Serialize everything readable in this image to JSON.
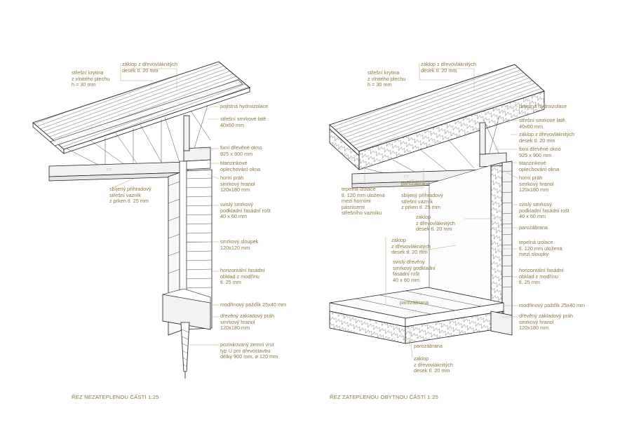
{
  "left": {
    "caption": "ŘEZ NEZATEPLENOU ČÁSTÍ 1:25",
    "labels": [
      "střešní krytina\nz vlnitého plechu\nh = 30 mm",
      "záklop z dřevovláknitých\ndesek tl. 20 mm",
      "pojistná hydroizolace",
      "střešní smrkové latě\n40x60 mm",
      "fixní dřevěné okno\n925 x 900 mm",
      "titanzinkové\noplechování okna",
      "horní práh\nsmrkový hranol\n120x180 mm",
      "sbíjený příhradový\nstřešní vazník\nz prken tl. 25 mm",
      "svislý smrkový\npodkladní fasádní rošt\n40 x 60 mm",
      "smrkový sloupek\n120x120 mm",
      "horizontální fasádní\nobklad z modřínu\ntl. 25 mm",
      "modřínový pažďík 25x40 mm",
      "dřevěný základový práh\nsmrkový hranol\n120x180 mm",
      "pozinkovaný zemní vrut\ntyp U pro dřevostavbu\ndélky 900 mm, ø 120 mm"
    ]
  },
  "right": {
    "caption": "ŘEZ ZATEPLENOU OBYTNOU ČÁSTÍ 1:25",
    "labels": [
      "střešní krytina\nz vlnitého plechu\nh = 30 mm",
      "záklop z dřevovláknitých\ndesek tl. 20 mm",
      "pojistná hydroizolace",
      "střešní smrkové latě\n40x60 mm",
      "záklop z dřevovláknitých\ndesek tl. 20 mm",
      "fixní dřevěné okno\n925 x 900 mm",
      "titanzinkové\noplechování okna",
      "horní práh\nsmrkový hranol\n120x180 mm",
      "tepelná izolace\ntl. 120 mm uložená\nmezi horními\npásnicemi\nstřešního vazníku",
      "parozábrana",
      "sbíjený příhradový\nstřešní vazník\nz prken tl. 25 mm",
      "svislý smrkový\npodkladní fasádní rošt\n40 x 60 mm",
      "záklop\nz dřevovláknitých\ndesek tl. 20 mm",
      "parozábrana",
      "záklop\nz dřevovláknitých\ndesek tl. 20 mm",
      "tepelná izolace\ntl. 120 mm uložená\nmezi sloupky",
      "svislý dřevěný\nsmrkový podkladní\nfasádní rošt\n40 x 60 mm",
      "horizontální fasádní\nobklad z modřínu\ntl. 25 mm",
      "parozábrana",
      "modřínový pažďík 25x40 mm",
      "dřevěný základový práh\nsmrkový hranol\n120x180 mm",
      "parozábrana",
      "záklop\nz dřevovláknitých\ndesek tl. 20 mm"
    ]
  }
}
